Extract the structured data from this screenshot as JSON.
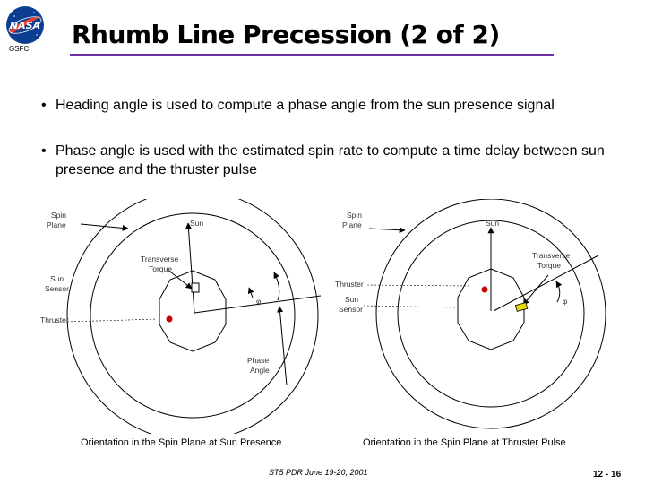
{
  "header": {
    "org_label": "GSFC",
    "title": "Rhumb Line Precession (2 of 2)"
  },
  "bullets": [
    "Heading angle is used to compute a phase angle from the sun presence signal",
    "Phase angle is used with the estimated spin rate to compute a time delay between sun presence and the thruster pulse"
  ],
  "diagram_left": {
    "spin_plane": [
      "Spin",
      "Plane"
    ],
    "sun": "Sun",
    "transverse_torque": [
      "Transverse",
      "Torque"
    ],
    "sun_sensor": [
      "Sun",
      "Sensor"
    ],
    "thruster": "Thruster",
    "phase_angle": [
      "Phase",
      "Angle"
    ],
    "phi": "φ",
    "caption": "Orientation in the Spin Plane at Sun Presence"
  },
  "diagram_right": {
    "spin_plane": [
      "Spin",
      "Plane"
    ],
    "sun": "Sun",
    "transverse_torque": [
      "Transverse",
      "Torque"
    ],
    "thruster": "Thruster",
    "sun_sensor": [
      "Sun",
      "Sensor"
    ],
    "phi": "φ",
    "caption": "Orientation in the Spin Plane at Thruster Pulse"
  },
  "footer": {
    "text": "ST5 PDR June 19-20, 2001",
    "page": "12 - 16"
  },
  "colors": {
    "title_rule": "#6a2fa0",
    "thruster_marker": "#cc0000",
    "sensor_marker": "#e8d800",
    "nasa_blue": "#0b3d91",
    "nasa_red": "#fc3d21"
  }
}
